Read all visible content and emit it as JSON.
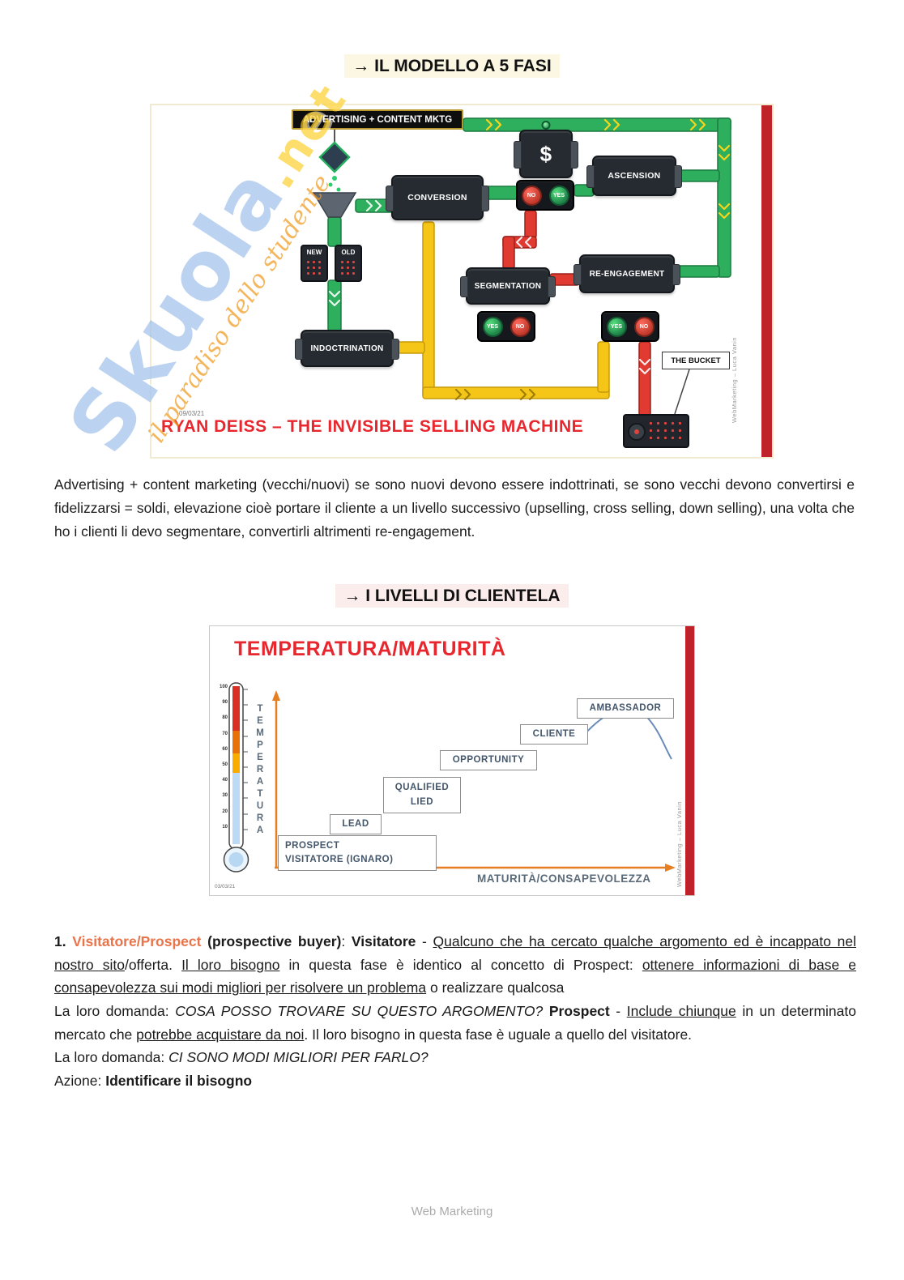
{
  "watermark": {
    "brand": "Skuola",
    "suffix": ".net",
    "tagline": "il paradiso dello studente"
  },
  "section_model": {
    "title": "→ IL MODELLO A 5 FASI",
    "figure": {
      "header": "ADVERTISING + CONTENT MKTG",
      "machine_conversion": "CONVERSION",
      "machine_dollar": "$",
      "machine_ascension": "ASCENSION",
      "machine_segmentation": "SEGMENTATION",
      "machine_re_engagement": "RE-ENGAGEMENT",
      "machine_indoctrination": "INDOCTRINATION",
      "box_new": "NEW",
      "box_old": "OLD",
      "bucket_label": "THE BUCKET",
      "yes": "YES",
      "no": "NO",
      "date": "09/03/21",
      "caption": "RYAN DEISS – THE INVISIBLE SELLING MACHINE",
      "credit": "WebMarketing – Luca Vanin"
    },
    "paragraph": "Advertising + content marketing (vecchi/nuovi) se sono nuovi devono essere indottrinati, se sono vecchi devono convertirsi e fidelizzarsi = soldi, elevazione cioè portare il cliente a un livello successivo (upselling, cross selling, down selling), una volta che ho i clienti li devo segmentare, convertirli altrimenti re-engagement."
  },
  "section_levels": {
    "title": "→ I LIVELLI DI CLIENTELA",
    "chart": {
      "title": "TEMPERATURA/MATURITÀ",
      "y_label": "TEMPERATURA",
      "x_label": "MATURITÀ/CONSAPEVOLEZZA",
      "thermometer_ticks": "100\n90\n80\n70\n60\n50\n40\n30\n20\n10",
      "level_prospect": "PROSPECT\nVISITATORE (IGNARO)",
      "level_lead": "LEAD",
      "level_qualified": "QUALIFIED\nLIED",
      "level_opportunity": "OPPORTUNITY",
      "level_cliente": "CLIENTE",
      "level_ambassador": "AMBASSADOR",
      "date": "03/03/21",
      "credit": "WebMarketing – Luca Vanin"
    }
  },
  "chart_data": {
    "type": "scatter",
    "title": "TEMPERATURA/MATURITÀ",
    "xlabel": "MATURITÀ/CONSAPEVOLEZZA",
    "ylabel": "TEMPERATURA",
    "legend_position": "none",
    "grid": false,
    "levels_low_to_high": [
      "PROSPECT / VISITATORE (IGNARO)",
      "LEAD",
      "QUALIFIED LIED",
      "OPPORTUNITY",
      "CLIENTE",
      "AMBASSADOR"
    ],
    "thermometer_scale": [
      10,
      20,
      30,
      40,
      50,
      60,
      70,
      80,
      90,
      100
    ],
    "annotation": "blue curve rises past CLIENTE toward AMBASSADOR then falls"
  },
  "body": {
    "runs": [
      {
        "t": "1. ",
        "b": true
      },
      {
        "t": "Visitatore/Prospect",
        "b": true,
        "c": "#e8744b"
      },
      {
        "t": " ",
        "b": true
      },
      {
        "t": "(prospective buyer)",
        "b": true
      },
      {
        "t": ": "
      },
      {
        "t": "Visitatore",
        "b": true
      },
      {
        "t": " - "
      },
      {
        "t": "Qualcuno che ha cercato qualche argomento ed è incappato nel nostro sito",
        "u": true
      },
      {
        "t": "/offerta. "
      },
      {
        "t": "Il loro bisogno",
        "u": true
      },
      {
        "t": " in questa fase è identico al concetto di Prospect: "
      },
      {
        "t": "ottenere informazioni di base e consapevolezza sui modi migliori per risolvere un problema",
        "u": true
      },
      {
        "t": " o realizzare qualcosa"
      },
      {
        "br": true
      },
      {
        "t": "La loro domanda: "
      },
      {
        "t": "COSA POSSO TROVARE SU QUESTO ARGOMENTO?",
        "i": true
      },
      {
        "t": " "
      },
      {
        "t": "Prospect",
        "b": true
      },
      {
        "t": " - "
      },
      {
        "t": "Include chiunque",
        "u": true
      },
      {
        "t": " in un determinato mercato che "
      },
      {
        "t": "potrebbe acquistare da noi",
        "u": true
      },
      {
        "t": ". Il loro bisogno in questa fase è uguale a quello del visitatore."
      },
      {
        "br": true
      },
      {
        "t": "La loro domanda: "
      },
      {
        "t": "CI SONO MODI MIGLIORI PER FARLO?",
        "i": true
      },
      {
        "br": true
      },
      {
        "t": "Azione: "
      },
      {
        "t": "Identificare il bisogno",
        "b": true
      }
    ]
  },
  "footer": {
    "text": "Web Marketing"
  }
}
